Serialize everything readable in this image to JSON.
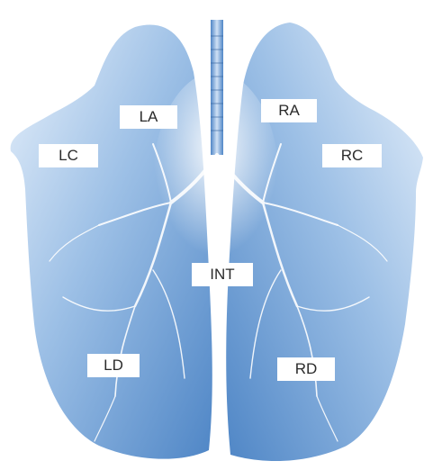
{
  "diagram": {
    "colors": {
      "lung_light": "#e8f1fb",
      "lung_mid": "#9dc0e6",
      "lung_dark": "#4f86c6",
      "trachea": "#3a6faf",
      "bronchi": "#ffffff"
    },
    "labels": {
      "la": "LA",
      "lc": "LC",
      "ra": "RA",
      "rc": "RC",
      "int": "INT",
      "ld": "LD",
      "rd": "RD"
    }
  }
}
